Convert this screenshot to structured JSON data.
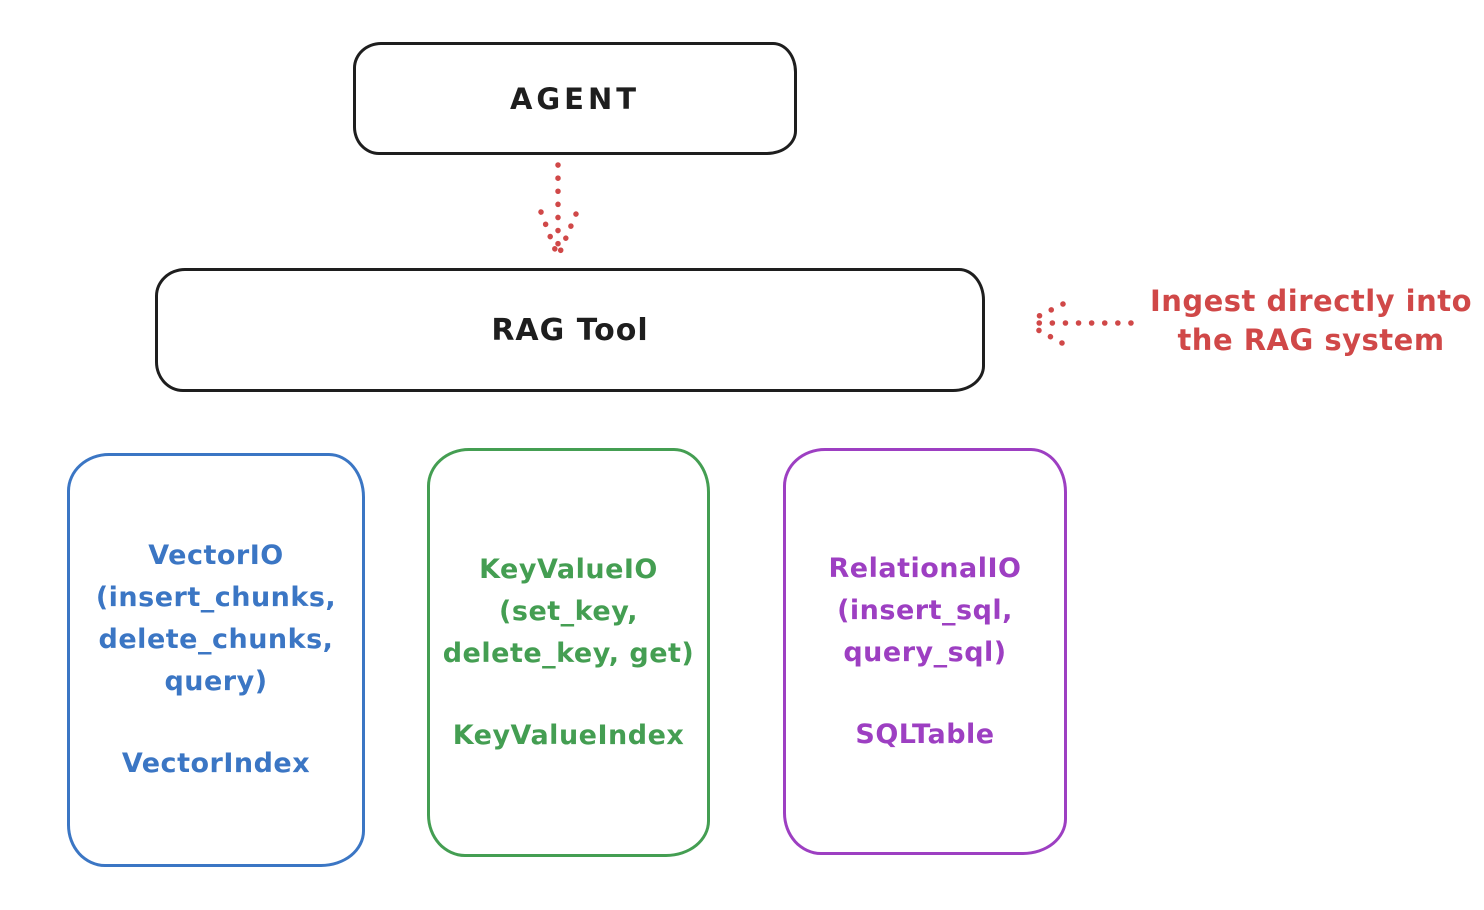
{
  "nodes": {
    "agent": {
      "label": "AGENT"
    },
    "rag_tool": {
      "label": "RAG Tool"
    },
    "vector_io": {
      "lines": [
        "VectorIO",
        "(insert_chunks,",
        "delete_chunks,",
        "query)"
      ],
      "index_label": "VectorIndex",
      "color": "#3b76c4"
    },
    "key_value_io": {
      "lines": [
        "KeyValueIO",
        "(set_key,",
        "delete_key, get)"
      ],
      "index_label": "KeyValueIndex",
      "color": "#449e52"
    },
    "relational_io": {
      "lines": [
        "RelationalIO",
        "(insert_sql,",
        "query_sql)"
      ],
      "index_label": "SQLTable",
      "color": "#9d3fc2"
    }
  },
  "annotation": {
    "lines": [
      "Ingest directly into",
      "the RAG system"
    ]
  },
  "arrows": {
    "agent_to_rag_tool": "dotted-down-arrow",
    "ingest_into_rag_tool": "dotted-left-arrow"
  },
  "colors": {
    "stroke_black": "#1e1e1e",
    "red": "#d04848",
    "background": "#ffffff"
  }
}
